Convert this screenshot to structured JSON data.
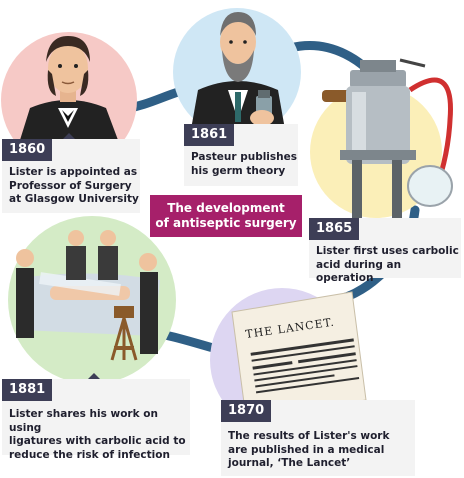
{
  "title": {
    "line1": "The development",
    "line2": "of antiseptic surgery"
  },
  "events": [
    {
      "year": "1860",
      "text": "Lister is appointed as\nProfessor of Surgery\nat Glasgow University"
    },
    {
      "year": "1861",
      "text": "Pasteur publishes\nhis germ theory"
    },
    {
      "year": "1865",
      "text": "Lister first uses carbolic\nacid during an operation"
    },
    {
      "year": "1870",
      "text": "The results of Lister's work\nare published in a medical\njournal, ‘The Lancet’"
    },
    {
      "year": "1881",
      "text": "Lister shares his work on using\nligatures with carbolic acid to\nreduce the risk of infection"
    }
  ],
  "journal_masthead": "THE LANCET.",
  "colors": {
    "title_bg": "#a6206a",
    "year_bg": "#3d3e56",
    "connector": "#2f5f86",
    "circle_1860": "#f6c9c6",
    "circle_1861": "#cfe7f5",
    "circle_1865": "#fbefb8",
    "circle_1870": "#ddd6f2",
    "circle_1881": "#d4ebc6"
  }
}
